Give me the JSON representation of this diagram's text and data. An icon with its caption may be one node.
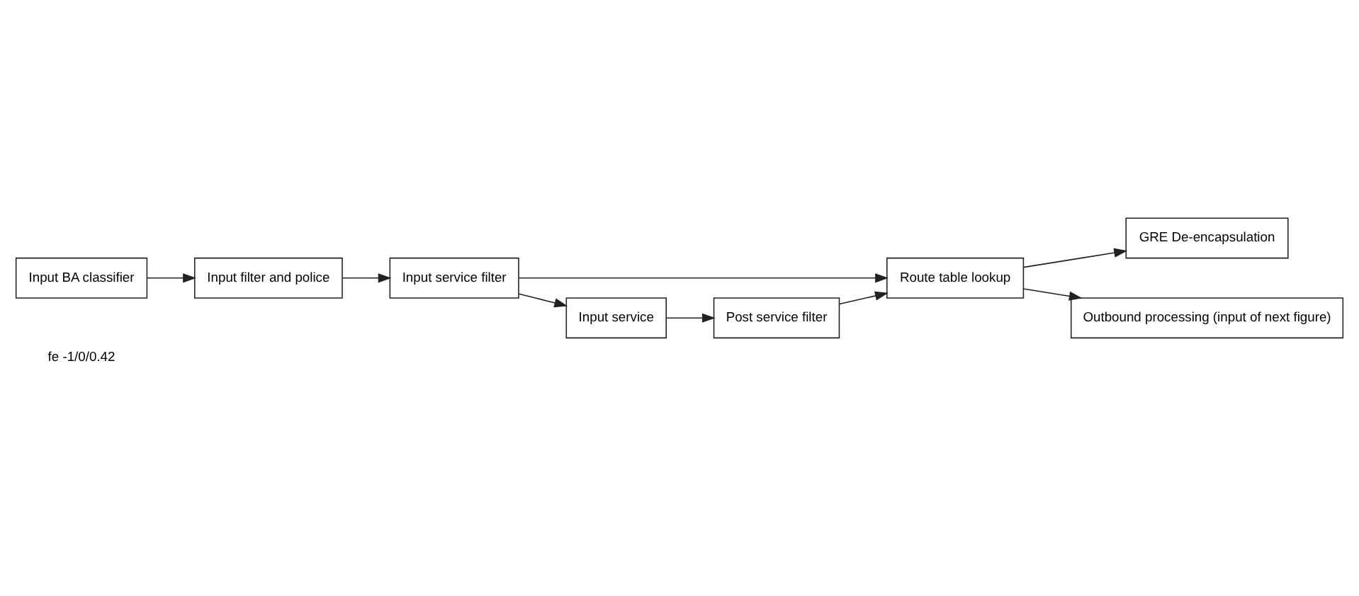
{
  "diagram": {
    "nodes": [
      {
        "text": [
          "fe -1/0/0.42"
        ]
      },
      {
        "text": [
          "Input BA classifier"
        ]
      },
      {
        "text": [
          "Input filter and police"
        ]
      },
      {
        "text": [
          "Input service filter"
        ]
      },
      {
        "text": [
          "Route table lookup"
        ]
      },
      {
        "text": [
          "Input service"
        ]
      },
      {
        "text": [
          "Post service filter"
        ]
      },
      {
        "text": [
          "GRE De-encapsulation"
        ]
      },
      {
        "text": [
          "Outbound processing (input of next figure)"
        ]
      }
    ],
    "edges": [
      {
        "from": 1,
        "to": 2,
        "arrow": "to"
      },
      {
        "from": 2,
        "to": 3,
        "arrow": "to"
      },
      {
        "from": 3,
        "to": 4,
        "arrow": "to"
      },
      {
        "from": 3,
        "to": 5,
        "arrow": "to"
      },
      {
        "from": 5,
        "to": 6,
        "arrow": "to"
      },
      {
        "from": 6,
        "to": 4,
        "arrow": "to"
      },
      {
        "from": 4,
        "to": 7,
        "arrow": "to"
      },
      {
        "from": 4,
        "to": 8,
        "arrow": "to"
      }
    ]
  }
}
